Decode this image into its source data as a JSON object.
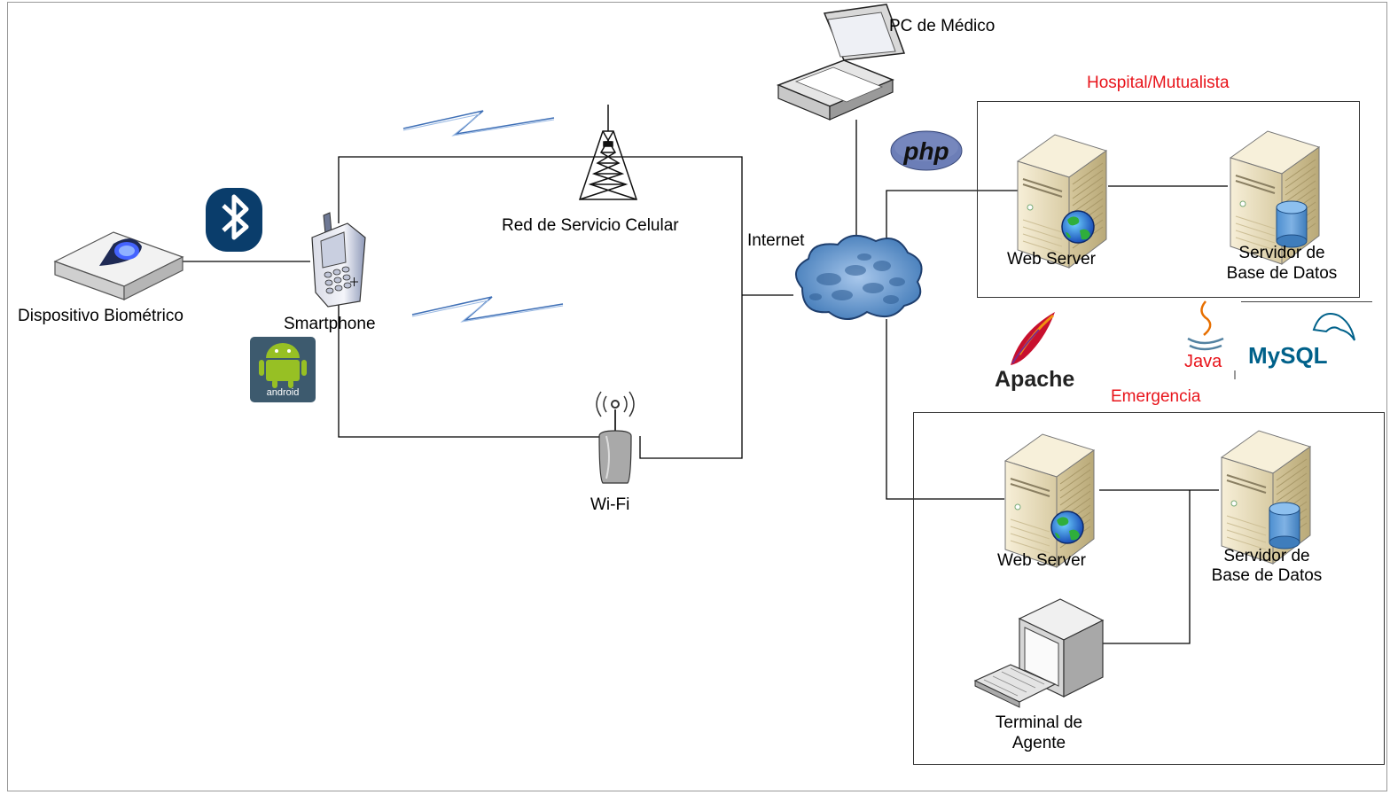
{
  "labels": {
    "biometric_device": "Dispositivo Biométrico",
    "smartphone": "Smartphone",
    "cell_network": "Red de Servicio Celular",
    "wifi": "Wi-Fi",
    "internet": "Internet",
    "doctor_pc": "PC de Médico",
    "hospital_group": "Hospital/Mutualista",
    "hospital_web_server": "Web Server",
    "hospital_db_server_line1": "Servidor de",
    "hospital_db_server_line2": "Base de Datos",
    "emergency_group": "Emergencia",
    "emergency_web_server": "Web Server",
    "emergency_db_server_line1": "Servidor de",
    "emergency_db_server_line2": "Base de Datos",
    "agent_terminal_line1": "Terminal de",
    "agent_terminal_line2": "Agente"
  },
  "logos": {
    "php": "php",
    "apache": "Apache",
    "java": "Java",
    "mysql": "MySQL",
    "android": "android"
  },
  "icons": [
    "bluetooth-icon",
    "android-icon",
    "smartphone-icon",
    "biometric-device-icon",
    "cell-tower-icon",
    "wifi-router-icon",
    "cloud-icon",
    "laptop-icon",
    "server-icon",
    "database-icon",
    "globe-icon",
    "desktop-terminal-icon"
  ],
  "colors": {
    "group_title": "#e8141b",
    "cloud": "#5b8fc9",
    "bluetooth_bg": "#0a3d6b",
    "android_green": "#97c024",
    "android_bg": "#3d5a6e",
    "php": "#6c7eb7",
    "mysql_blue": "#00618a",
    "mysql_orange": "#e48e00",
    "server_body": "#efe5c8"
  }
}
